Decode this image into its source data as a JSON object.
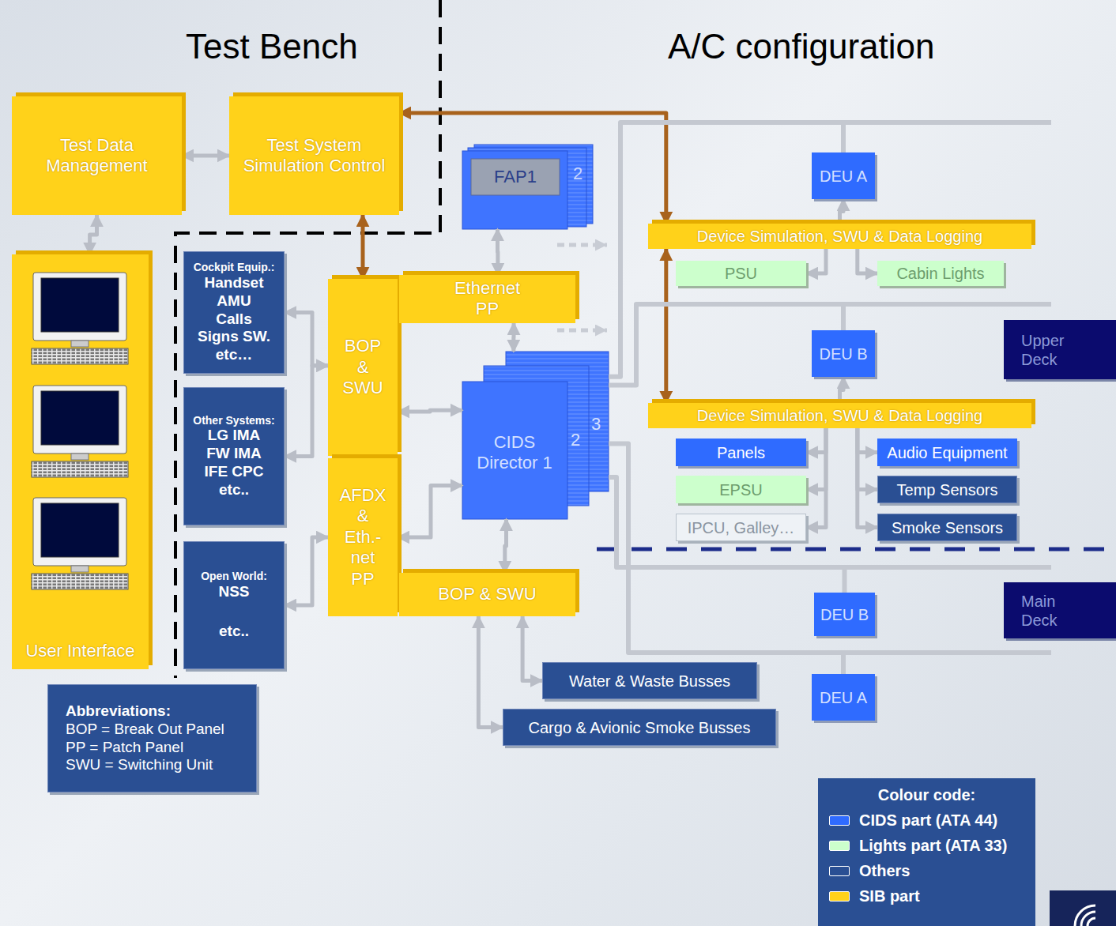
{
  "diagram": {
    "nodes": [
      {
        "text": [
          "Test Data Management"
        ]
      },
      {
        "text": [
          "Test System Simulation Control"
        ]
      },
      {
        "text": [
          "User Interface"
        ]
      },
      {
        "text": [
          "Cockpit Equip.:",
          "Handset AMU Calls Signs SW. etc…"
        ]
      },
      {
        "text": [
          "Other Systems:",
          "LG IMA FW IMA IFE CPC etc.."
        ]
      },
      {
        "text": [
          "Open World:",
          "NSS",
          "etc.."
        ]
      },
      {
        "text": [
          "BOP & SWU"
        ]
      },
      {
        "text": [
          "AFDX & Eth.-net PP"
        ]
      },
      {
        "text": [
          "Ethernet PP"
        ]
      },
      {
        "text": [
          "BOP & SWU"
        ]
      },
      {
        "text": [
          "FAP1",
          "2"
        ]
      },
      {
        "text": [
          "CIDS Director 1",
          "2",
          "3"
        ]
      },
      {
        "text": [
          "DEU A"
        ]
      },
      {
        "text": [
          "Device Simulation, SWU & Data Logging"
        ]
      },
      {
        "text": [
          "PSU"
        ]
      },
      {
        "text": [
          "Cabin Lights"
        ]
      },
      {
        "text": [
          "DEU B"
        ]
      },
      {
        "text": [
          "Upper Deck"
        ]
      },
      {
        "text": [
          "Device Simulation, SWU & Data Logging"
        ]
      },
      {
        "text": [
          "Panels"
        ]
      },
      {
        "text": [
          "Audio Equipment"
        ]
      },
      {
        "text": [
          "EPSU"
        ]
      },
      {
        "text": [
          "Temp Sensors"
        ]
      },
      {
        "text": [
          "IPCU, Galley…"
        ]
      },
      {
        "text": [
          "Smoke Sensors"
        ]
      },
      {
        "text": [
          "DEU B"
        ]
      },
      {
        "text": [
          "Main Deck"
        ]
      },
      {
        "text": [
          "DEU A"
        ]
      },
      {
        "text": [
          "Water & Waste Busses"
        ]
      },
      {
        "text": [
          "Cargo & Avionic Smoke Busses"
        ]
      },
      {
        "text": [
          "Abbreviations:",
          "BOP = Break Out Panel",
          "PP = Patch Panel",
          "SWU = Switching Unit"
        ]
      }
    ],
    "edges": [
      {
        "from": 0,
        "to": 1,
        "arrow": "both"
      },
      {
        "from": 0,
        "to": 2,
        "arrow": "both"
      },
      {
        "from": 1,
        "to": 6,
        "arrow": "both"
      },
      {
        "from": 1,
        "to": 13,
        "arrow": "both"
      },
      {
        "from": 13,
        "to": 18,
        "arrow": "both"
      },
      {
        "from": 3,
        "to": 6,
        "arrow": "both"
      },
      {
        "from": 4,
        "to": 6,
        "arrow": "both"
      },
      {
        "from": 5,
        "to": 7,
        "arrow": "both"
      },
      {
        "from": 6,
        "to": 11,
        "arrow": "both"
      },
      {
        "from": 7,
        "to": 11,
        "arrow": "both"
      },
      {
        "from": 8,
        "to": 10,
        "arrow": "both"
      },
      {
        "from": 8,
        "to": 11,
        "arrow": "both"
      },
      {
        "from": 11,
        "to": 9,
        "arrow": "both"
      },
      {
        "from": 9,
        "to": 28,
        "arrow": "both"
      },
      {
        "from": 9,
        "to": 29,
        "arrow": "both"
      },
      {
        "from": 13,
        "to": 12,
        "arrow": "to"
      },
      {
        "from": 13,
        "to": 14,
        "arrow": "to"
      },
      {
        "from": 13,
        "to": 15,
        "arrow": "to"
      },
      {
        "from": 18,
        "to": 16,
        "arrow": "to"
      },
      {
        "from": 18,
        "to": 19,
        "arrow": "to"
      },
      {
        "from": 18,
        "to": 20,
        "arrow": "to"
      },
      {
        "from": 18,
        "to": 21,
        "arrow": "to"
      },
      {
        "from": 18,
        "to": 22,
        "arrow": "to"
      },
      {
        "from": 18,
        "to": 23,
        "arrow": "to"
      },
      {
        "from": 18,
        "to": 24,
        "arrow": "to"
      },
      {
        "from": 11,
        "to": 12,
        "arrow": "none"
      },
      {
        "from": 11,
        "to": 16,
        "arrow": "none"
      },
      {
        "from": 11,
        "to": 25,
        "arrow": "none"
      },
      {
        "from": 11,
        "to": 27,
        "arrow": "none"
      }
    ],
    "labels": [
      "Test Bench",
      "A/C configuration",
      "Colour code:"
    ],
    "legend": [
      {
        "text": "CIDS part (ATA 44)",
        "color": "#2f6bff"
      },
      {
        "text": "Lights part (ATA 33)",
        "color": "#ccffcc"
      },
      {
        "text": "Others",
        "color": "#2a4f93"
      },
      {
        "text": "SIB part",
        "color": "#ffd21a"
      }
    ]
  }
}
